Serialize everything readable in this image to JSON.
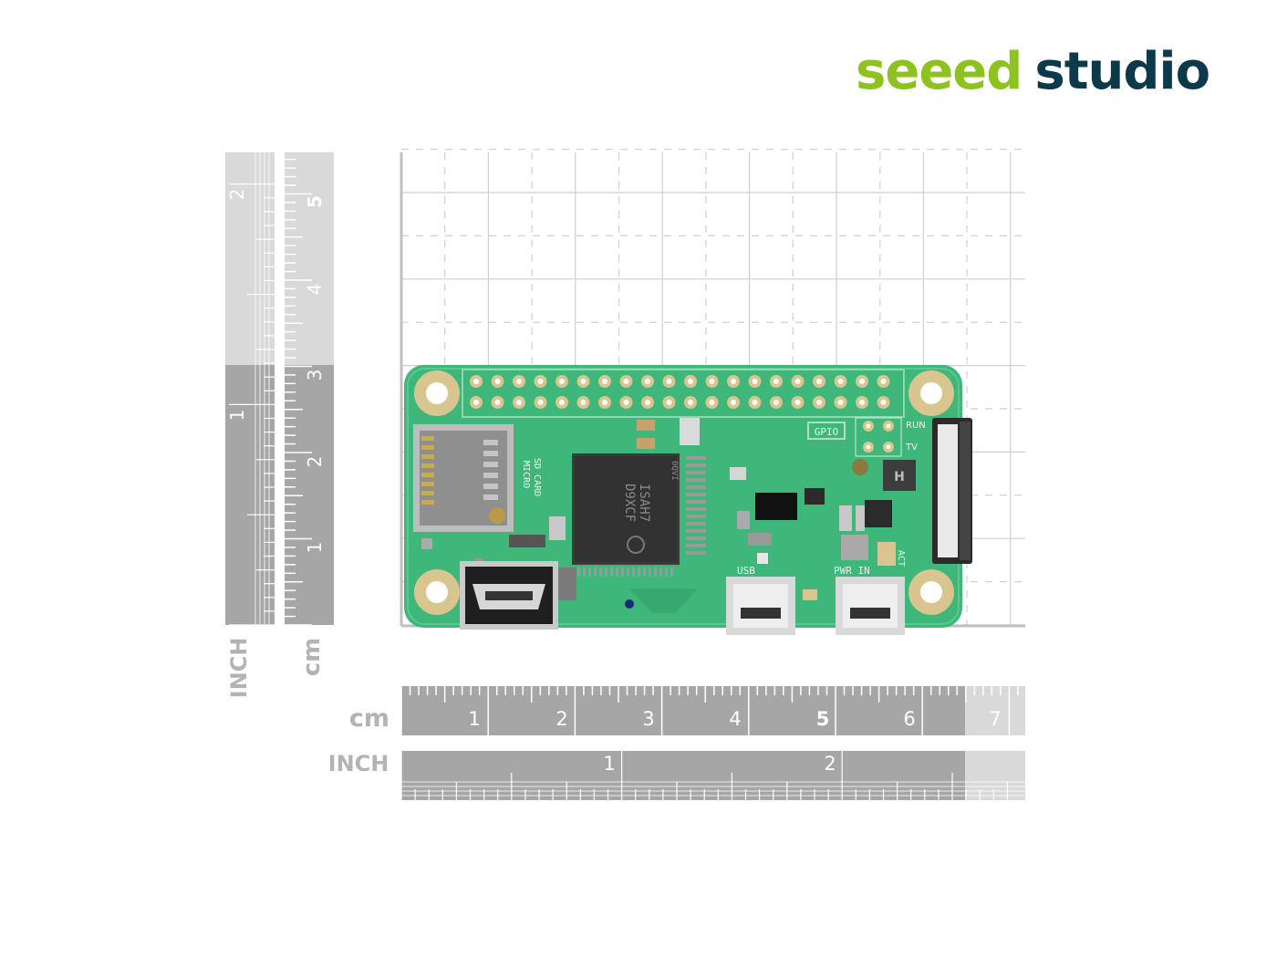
{
  "brand": {
    "part1": "seeed",
    "part2": "studio"
  },
  "colors": {
    "brand_green": "#8dc21f",
    "brand_navy": "#0d3a4a",
    "ruler_dark": "#a6a6a6",
    "ruler_light": "#d9d9d9",
    "pcb_green": "#3fb67a",
    "mount_pad": "#d8c58f"
  },
  "rulers": {
    "vertical_inch_unit": "INCH",
    "vertical_cm_unit": "cm",
    "horizontal_cm_unit": "cm",
    "horizontal_inch_unit": "INCH",
    "vertical_inch_ticks": [
      "1",
      "2"
    ],
    "vertical_cm_ticks": [
      "1",
      "2",
      "3",
      "4",
      "5"
    ],
    "horizontal_cm_ticks": [
      "1",
      "2",
      "3",
      "4",
      "5",
      "6",
      "7"
    ],
    "horizontal_inch_ticks": [
      "1",
      "2"
    ]
  },
  "board": {
    "silk_sd": [
      "MICRO",
      "SD CARD"
    ],
    "silk_gpio": "GPIO",
    "silk_run": "RUN",
    "silk_tv": "TV",
    "silk_usb": "USB",
    "silk_pwr": "PWR IN",
    "silk_act": "ACT",
    "soc_text": [
      "ISAH7",
      "D9XCF"
    ],
    "soc_small": "0QVI"
  }
}
